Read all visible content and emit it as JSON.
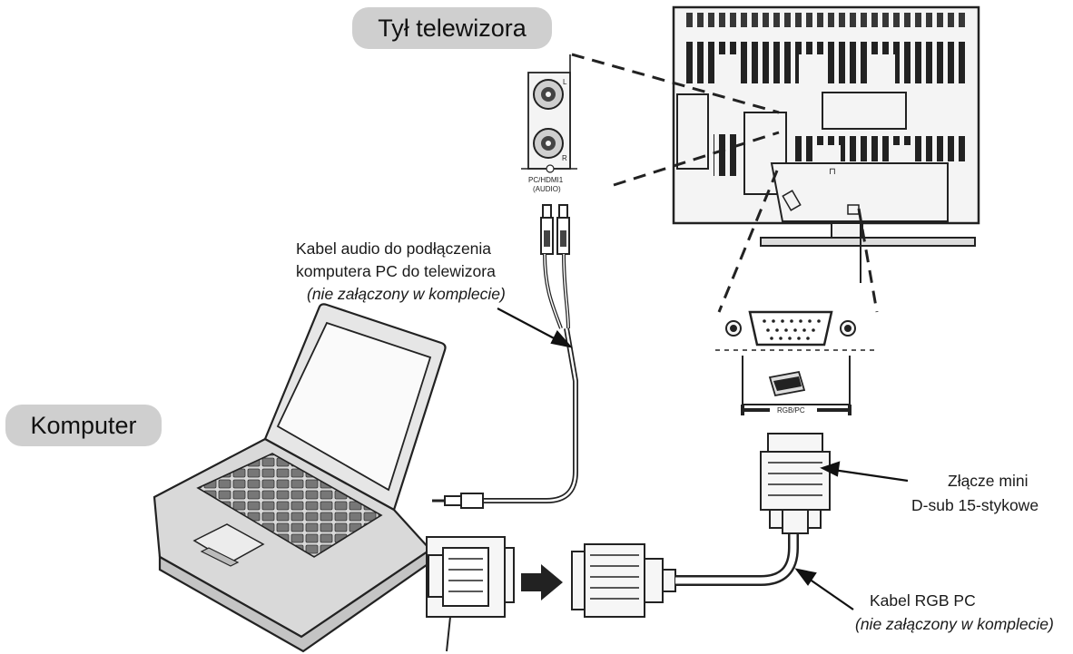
{
  "titles": {
    "tv_back": "Tył telewizora",
    "computer": "Komputer"
  },
  "labels": {
    "audio_cable_line1": "Kabel audio do podłączenia",
    "audio_cable_line2": "komputera PC do telewizora",
    "audio_cable_note": "(nie załączony w komplecie)",
    "dsub_line1": "Złącze mini",
    "dsub_line2": "D-sub 15-stykowe",
    "rgb_cable": "Kabel RGB PC",
    "rgb_cable_note": "(nie załączony w komplecie)"
  },
  "jack_labels": {
    "left": "L",
    "right": "R",
    "panel_line1": "PC/HDMI1",
    "panel_line2": "(AUDIO)",
    "rgb_port": "RGB/PC"
  },
  "colors": {
    "pill": "#cfcfcf",
    "line": "#1a1a1a",
    "fill_light": "#f2f2f2"
  }
}
